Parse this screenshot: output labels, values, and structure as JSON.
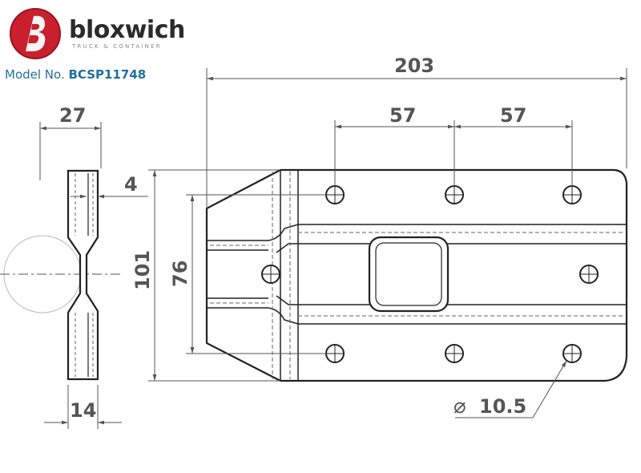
{
  "brand": {
    "name": "bloxwich",
    "subtitle": "TRUCK & CONTAINER",
    "model_label": "Model No.",
    "model_number": "BCSP11748",
    "colors": {
      "logo_red": "#c8202e",
      "model_blue": "#1f6f9f",
      "line": "#222222",
      "dim": "#555555"
    }
  },
  "dimensions": {
    "overall_length": "203",
    "hole_spacing_1": "57",
    "hole_spacing_2": "57",
    "side_width": "27",
    "thickness": "4",
    "height": "101",
    "hole_row_spacing": "76",
    "base_depth": "14",
    "hole_diameter": "10.5",
    "diameter_symbol": "⌀"
  }
}
